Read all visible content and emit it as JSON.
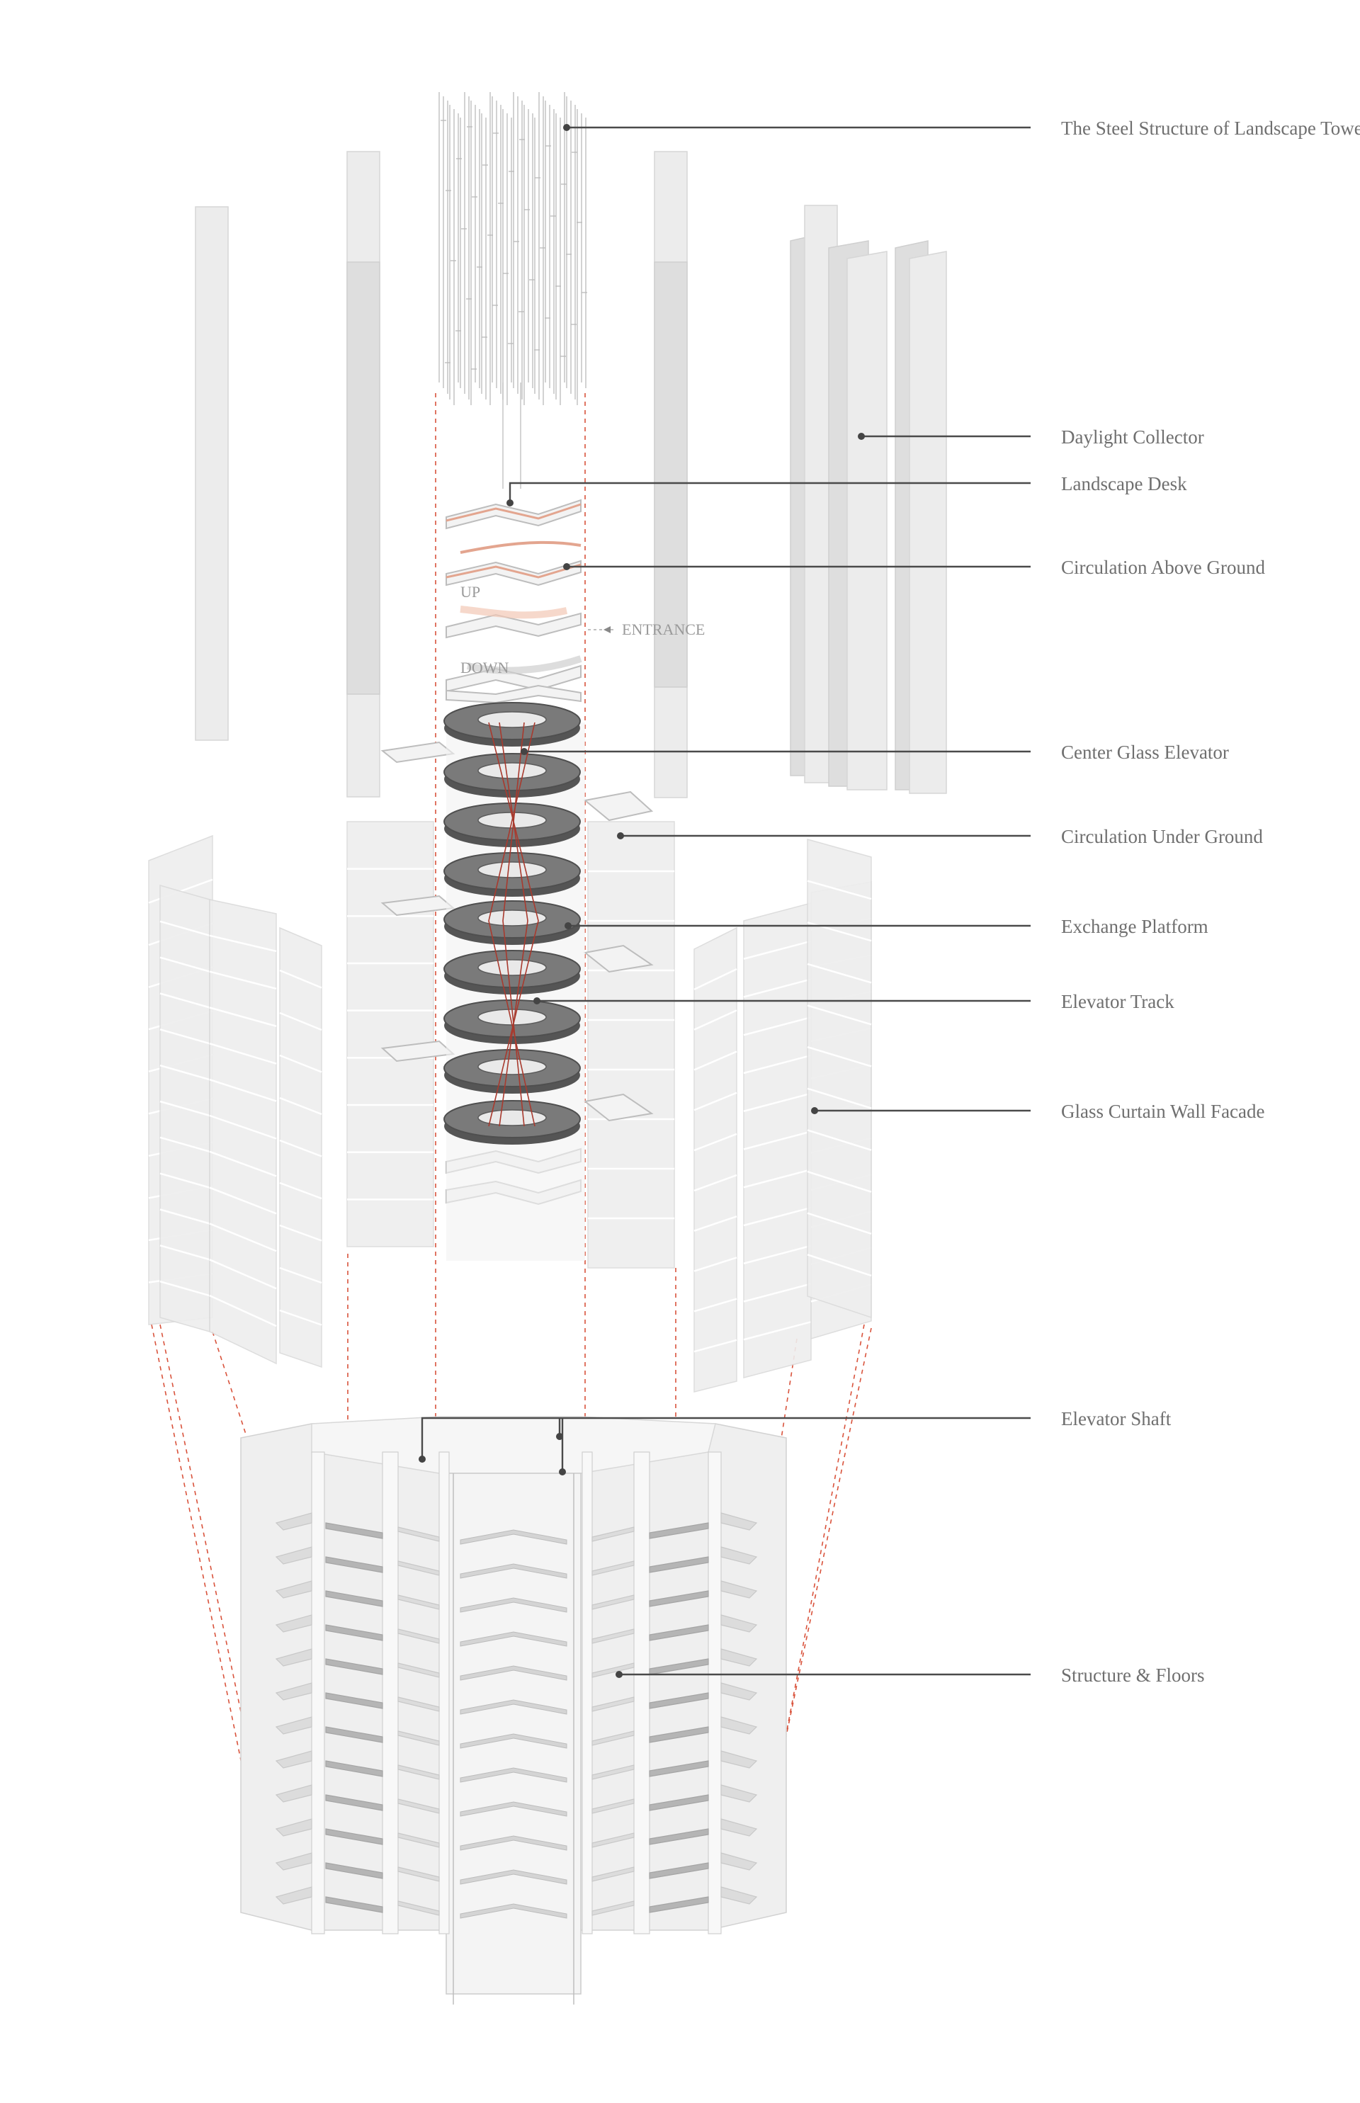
{
  "labels": {
    "steel_structure": "The Steel Structure of Landscape Tower",
    "daylight_collector": "Daylight Collector",
    "landscape_desk": "Landscape Desk",
    "circulation_above_ground": "Circulation Above Ground",
    "center_glass_elevator": "Center Glass Elevator",
    "circulation_under_ground": "Circulation Under Ground",
    "exchange_platform": "Exchange Platform",
    "elevator_track": "Elevator Track",
    "glass_curtain_wall_facade": "Glass Curtain Wall Facade",
    "elevator_shaft": "Elevator Shaft",
    "structure_floors": "Structure & Floors"
  },
  "annotations": {
    "up": "UP",
    "down": "DOWN",
    "entrance": "ENTRANCE"
  },
  "colors": {
    "leader": "#4a4a4a",
    "label": "#6f6f6f",
    "dashed_guide": "#d9533c",
    "circulation_accent": "#e3a58f",
    "elevator_track": "#a83a2e"
  }
}
